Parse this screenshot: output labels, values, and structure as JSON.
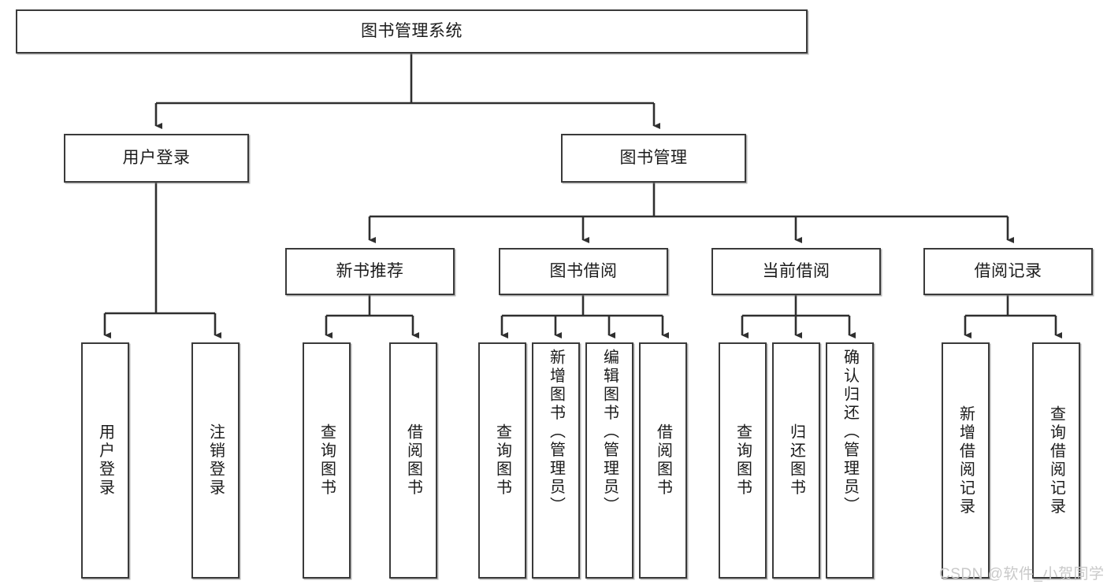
{
  "diagram": {
    "title_node": {
      "label": "图书管理系统"
    },
    "level2": [
      {
        "id": "user-login",
        "label": "用户登录"
      },
      {
        "id": "book-management",
        "label": "图书管理"
      }
    ],
    "level3": [
      {
        "id": "new-book-recommend",
        "label": "新书推荐"
      },
      {
        "id": "book-borrow",
        "label": "图书借阅"
      },
      {
        "id": "current-borrow",
        "label": "当前借阅"
      },
      {
        "id": "borrow-record",
        "label": "借阅记录"
      }
    ],
    "leaves": {
      "user_login": [
        {
          "id": "leaf-user-login",
          "label": "用户登录"
        },
        {
          "id": "leaf-logout-login",
          "label": "注销登录"
        }
      ],
      "new_book_recommend": [
        {
          "id": "leaf-query-book-1",
          "label": "查询图书"
        },
        {
          "id": "leaf-borrow-book-1",
          "label": "借阅图书"
        }
      ],
      "book_borrow": [
        {
          "id": "leaf-query-book-2",
          "label": "查询图书"
        },
        {
          "id": "leaf-add-book",
          "label": "新增图书（管理员）"
        },
        {
          "id": "leaf-edit-book",
          "label": "编辑图书（管理员）"
        },
        {
          "id": "leaf-borrow-book-2",
          "label": "借阅图书"
        }
      ],
      "current_borrow": [
        {
          "id": "leaf-query-book-3",
          "label": "查询图书"
        },
        {
          "id": "leaf-return-book",
          "label": "归还图书"
        },
        {
          "id": "leaf-confirm-return",
          "label": "确认归还（管理员）"
        }
      ],
      "borrow_record": [
        {
          "id": "leaf-add-record",
          "label": "新增借阅记录"
        },
        {
          "id": "leaf-query-record",
          "label": "查询借阅记录"
        }
      ]
    }
  },
  "watermark": {
    "text": "CSDN @软件_小贺同学"
  },
  "colors": {
    "border": "#3a3a3a",
    "background": "#ffffff",
    "text": "#1b1b1b",
    "connector": "#2f2f2f",
    "watermark": "#c9c9c9"
  }
}
